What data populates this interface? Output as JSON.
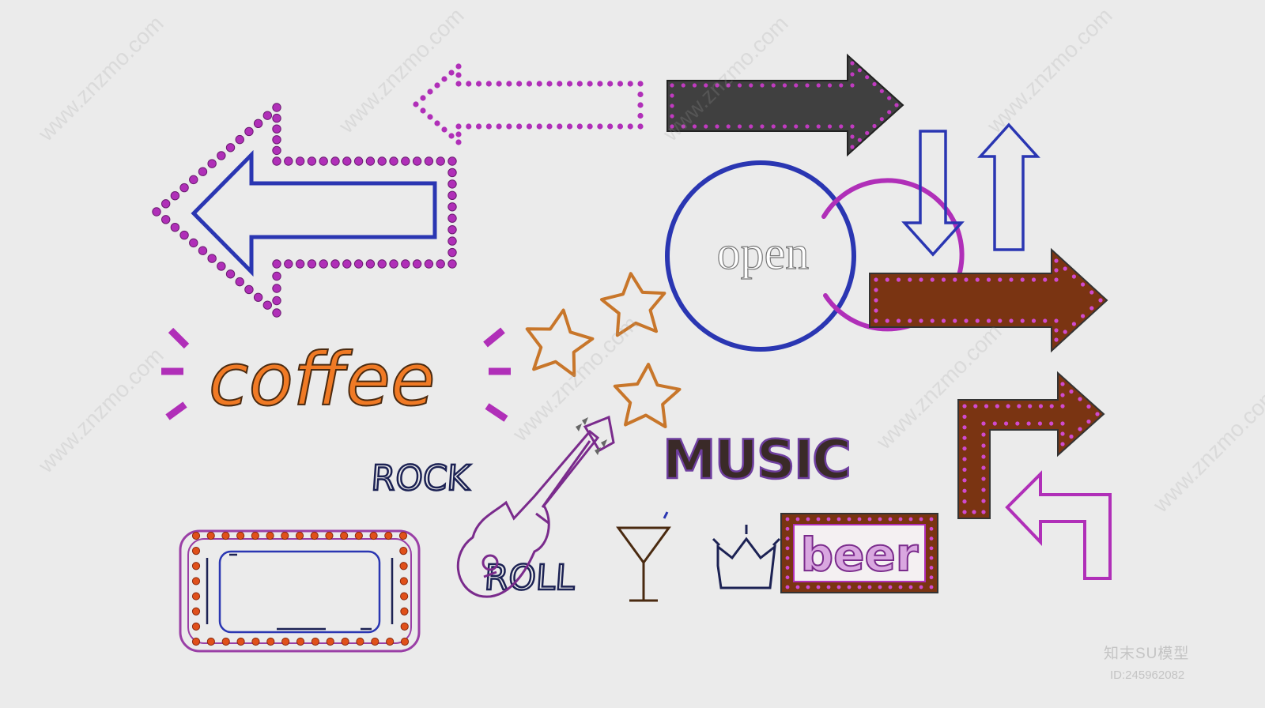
{
  "signs": {
    "open": "open",
    "coffee": "coffee",
    "music": "MUSIC",
    "rock": "ROCK",
    "roll": "ROLL",
    "beer": "beer"
  },
  "watermarks": {
    "site": "www.znzmo.com",
    "brand": "知末SU模型",
    "id": "ID:245962082"
  },
  "colors": {
    "purple_bulb": "#b02fb8",
    "blue_neon": "#2a36b2",
    "orange_neon": "#f07a25",
    "brown_panel": "#7a3412",
    "dark_panel": "#404040",
    "navy_text": "#1c2254",
    "star_stroke": "#c8762a"
  }
}
